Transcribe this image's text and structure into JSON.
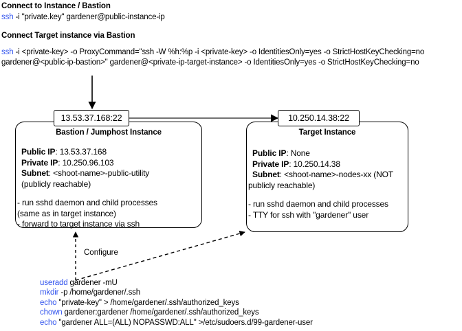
{
  "diagram": {
    "title": "SSH Bastion / Target Instance connection flow",
    "accent_blue": "#3355ee",
    "stroke": "#000000",
    "background": "#ffffff"
  },
  "header": {
    "section1_title": "Connect to Instance / Bastion",
    "section1_cmd_kw": "ssh",
    "section1_cmd_rest": " -i \"private.key\" gardener@public-instance-ip",
    "section2_title": "Connect Target instance via Bastion",
    "section2_cmd_kw": "ssh",
    "section2_cmd_line1": "  -i <private-key> -o ProxyCommand=\"ssh -W %h:%p -i <private-key> -o IdentitiesOnly=yes -o StrictHostKeyChecking=no",
    "section2_cmd_line2": "gardener@<public-ip-bastion>\" gardener@<private-ip-target-instance> -o IdentitiesOnly=yes -o StrictHostKeyChecking=no"
  },
  "endpoints": {
    "bastion_socket": "13.53.37.168:22",
    "target_socket": "10.250.14.38:22"
  },
  "bastion": {
    "title": "Bastion / Jumphost Instance",
    "fields": [
      {
        "label": "Public IP",
        "sep": ": ",
        "value": "13.53.37.168"
      },
      {
        "label": "Private IP",
        "sep": ": ",
        "value": "10.250.96.103"
      },
      {
        "label": "Subnet",
        "sep": ": ",
        "value": "<shoot-name>-public-utility"
      }
    ],
    "note": "(publicly reachable)",
    "bullets": [
      "- run sshd daemon and child processes",
      "(same as in target instance)",
      "- forward to target instance via ssh"
    ]
  },
  "target": {
    "title": "Target Instance",
    "fields": [
      {
        "label": "Public IP",
        "sep": ": ",
        "value": "None"
      },
      {
        "label": "Private IP",
        "sep": ": ",
        "value": "10.250.14.38"
      },
      {
        "label": "Subnet",
        "sep": ": ",
        "value": "<shoot-name>-nodes-xx (NOT"
      }
    ],
    "note": "publicly reachable)",
    "bullets": [
      "- run sshd daemon and child processes",
      "- TTY for ssh with \"gardener\" user"
    ]
  },
  "configure": {
    "label": "Configure"
  },
  "provision_commands": [
    {
      "kw": "useradd",
      "rest": " gardener -mU"
    },
    {
      "kw": "mkdir",
      "rest": " -p /home/gardener/.ssh"
    },
    {
      "kw": "echo",
      "rest": " \"private-key\" > /home/gardener/.ssh/authorized_keys"
    },
    {
      "kw": "chown",
      "rest": " gardener:gardener /home/gardener/.ssh/authorized_keys"
    },
    {
      "kw": "echo",
      "rest": " \"gardener ALL=(ALL) NOPASSWD:ALL\" >/etc/sudoers.d/99-gardener-user"
    }
  ]
}
